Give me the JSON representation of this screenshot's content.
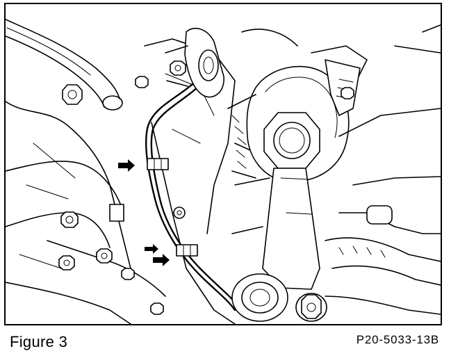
{
  "caption": "Figure 3",
  "figure_code": "P20-5033-13B",
  "colors": {
    "ink": "#000000",
    "paper": "#ffffff"
  },
  "illustration": {
    "callout_arrows": 3
  }
}
